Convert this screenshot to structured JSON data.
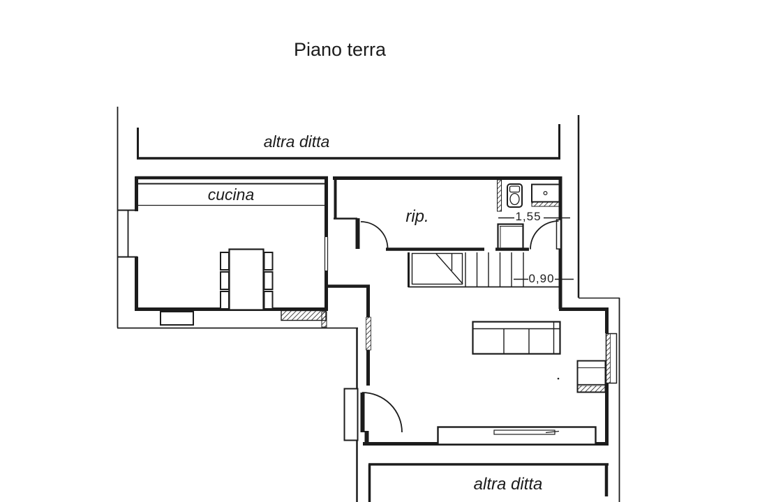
{
  "title": "Piano terra",
  "labels": {
    "neighbor_top": "altra ditta",
    "neighbor_bottom": "altra ditta",
    "kitchen": "cucina",
    "storage": "rip."
  },
  "dimensions": {
    "bath_width": "1,55",
    "passage_width": "0,90"
  },
  "colors": {
    "ink": "#1c1c1c",
    "paper": "#ffffff"
  }
}
